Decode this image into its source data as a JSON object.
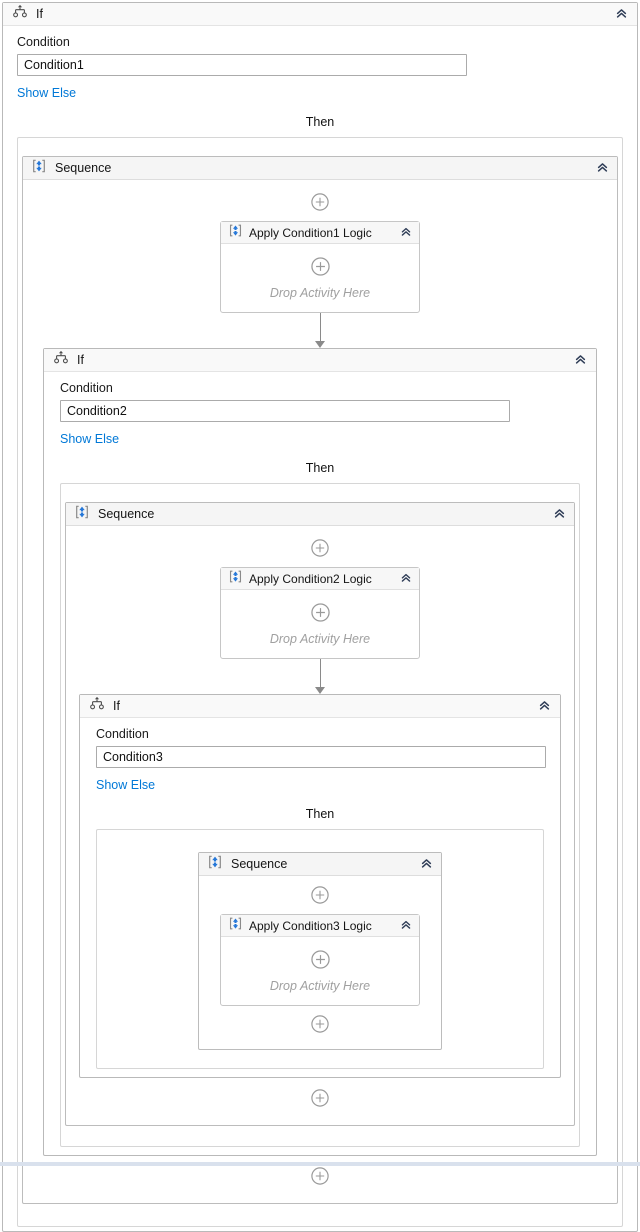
{
  "if1": {
    "title": "If",
    "condition_label": "Condition",
    "condition_value": "Condition1",
    "show_else": "Show Else",
    "then_label": "Then"
  },
  "if2": {
    "title": "If",
    "condition_label": "Condition",
    "condition_value": "Condition2",
    "show_else": "Show Else",
    "then_label": "Then"
  },
  "if3": {
    "title": "If",
    "condition_label": "Condition",
    "condition_value": "Condition3",
    "show_else": "Show Else",
    "then_label": "Then"
  },
  "seq1": {
    "title": "Sequence"
  },
  "seq2": {
    "title": "Sequence"
  },
  "seq3": {
    "title": "Sequence"
  },
  "apply1": {
    "title": "Apply Condition1 Logic",
    "drop_hint": "Drop Activity Here"
  },
  "apply2": {
    "title": "Apply Condition2 Logic",
    "drop_hint": "Drop Activity Here"
  },
  "apply3": {
    "title": "Apply Condition3 Logic",
    "drop_hint": "Drop Activity Here"
  },
  "icons": {
    "if_icon": "balance-scale",
    "sequence_icon": "bracketed-vertical-swap-arrows",
    "collapse_icon": "double-chevron-up",
    "add_icon": "plus-in-circle",
    "flow_arrow": "down-arrow-connector"
  },
  "colors": {
    "link_blue": "#0078d7",
    "sequence_icon_blue": "#2577d8",
    "chevron_navy": "#2f3d57",
    "card_border": "#b9b9b9",
    "slot_border": "#d6d6d6",
    "header_bg": "#f7f7f7",
    "plus_gray": "#9a9a9a",
    "connector_gray": "#8a8a8a",
    "drop_hint_gray": "#a0a0a0"
  }
}
